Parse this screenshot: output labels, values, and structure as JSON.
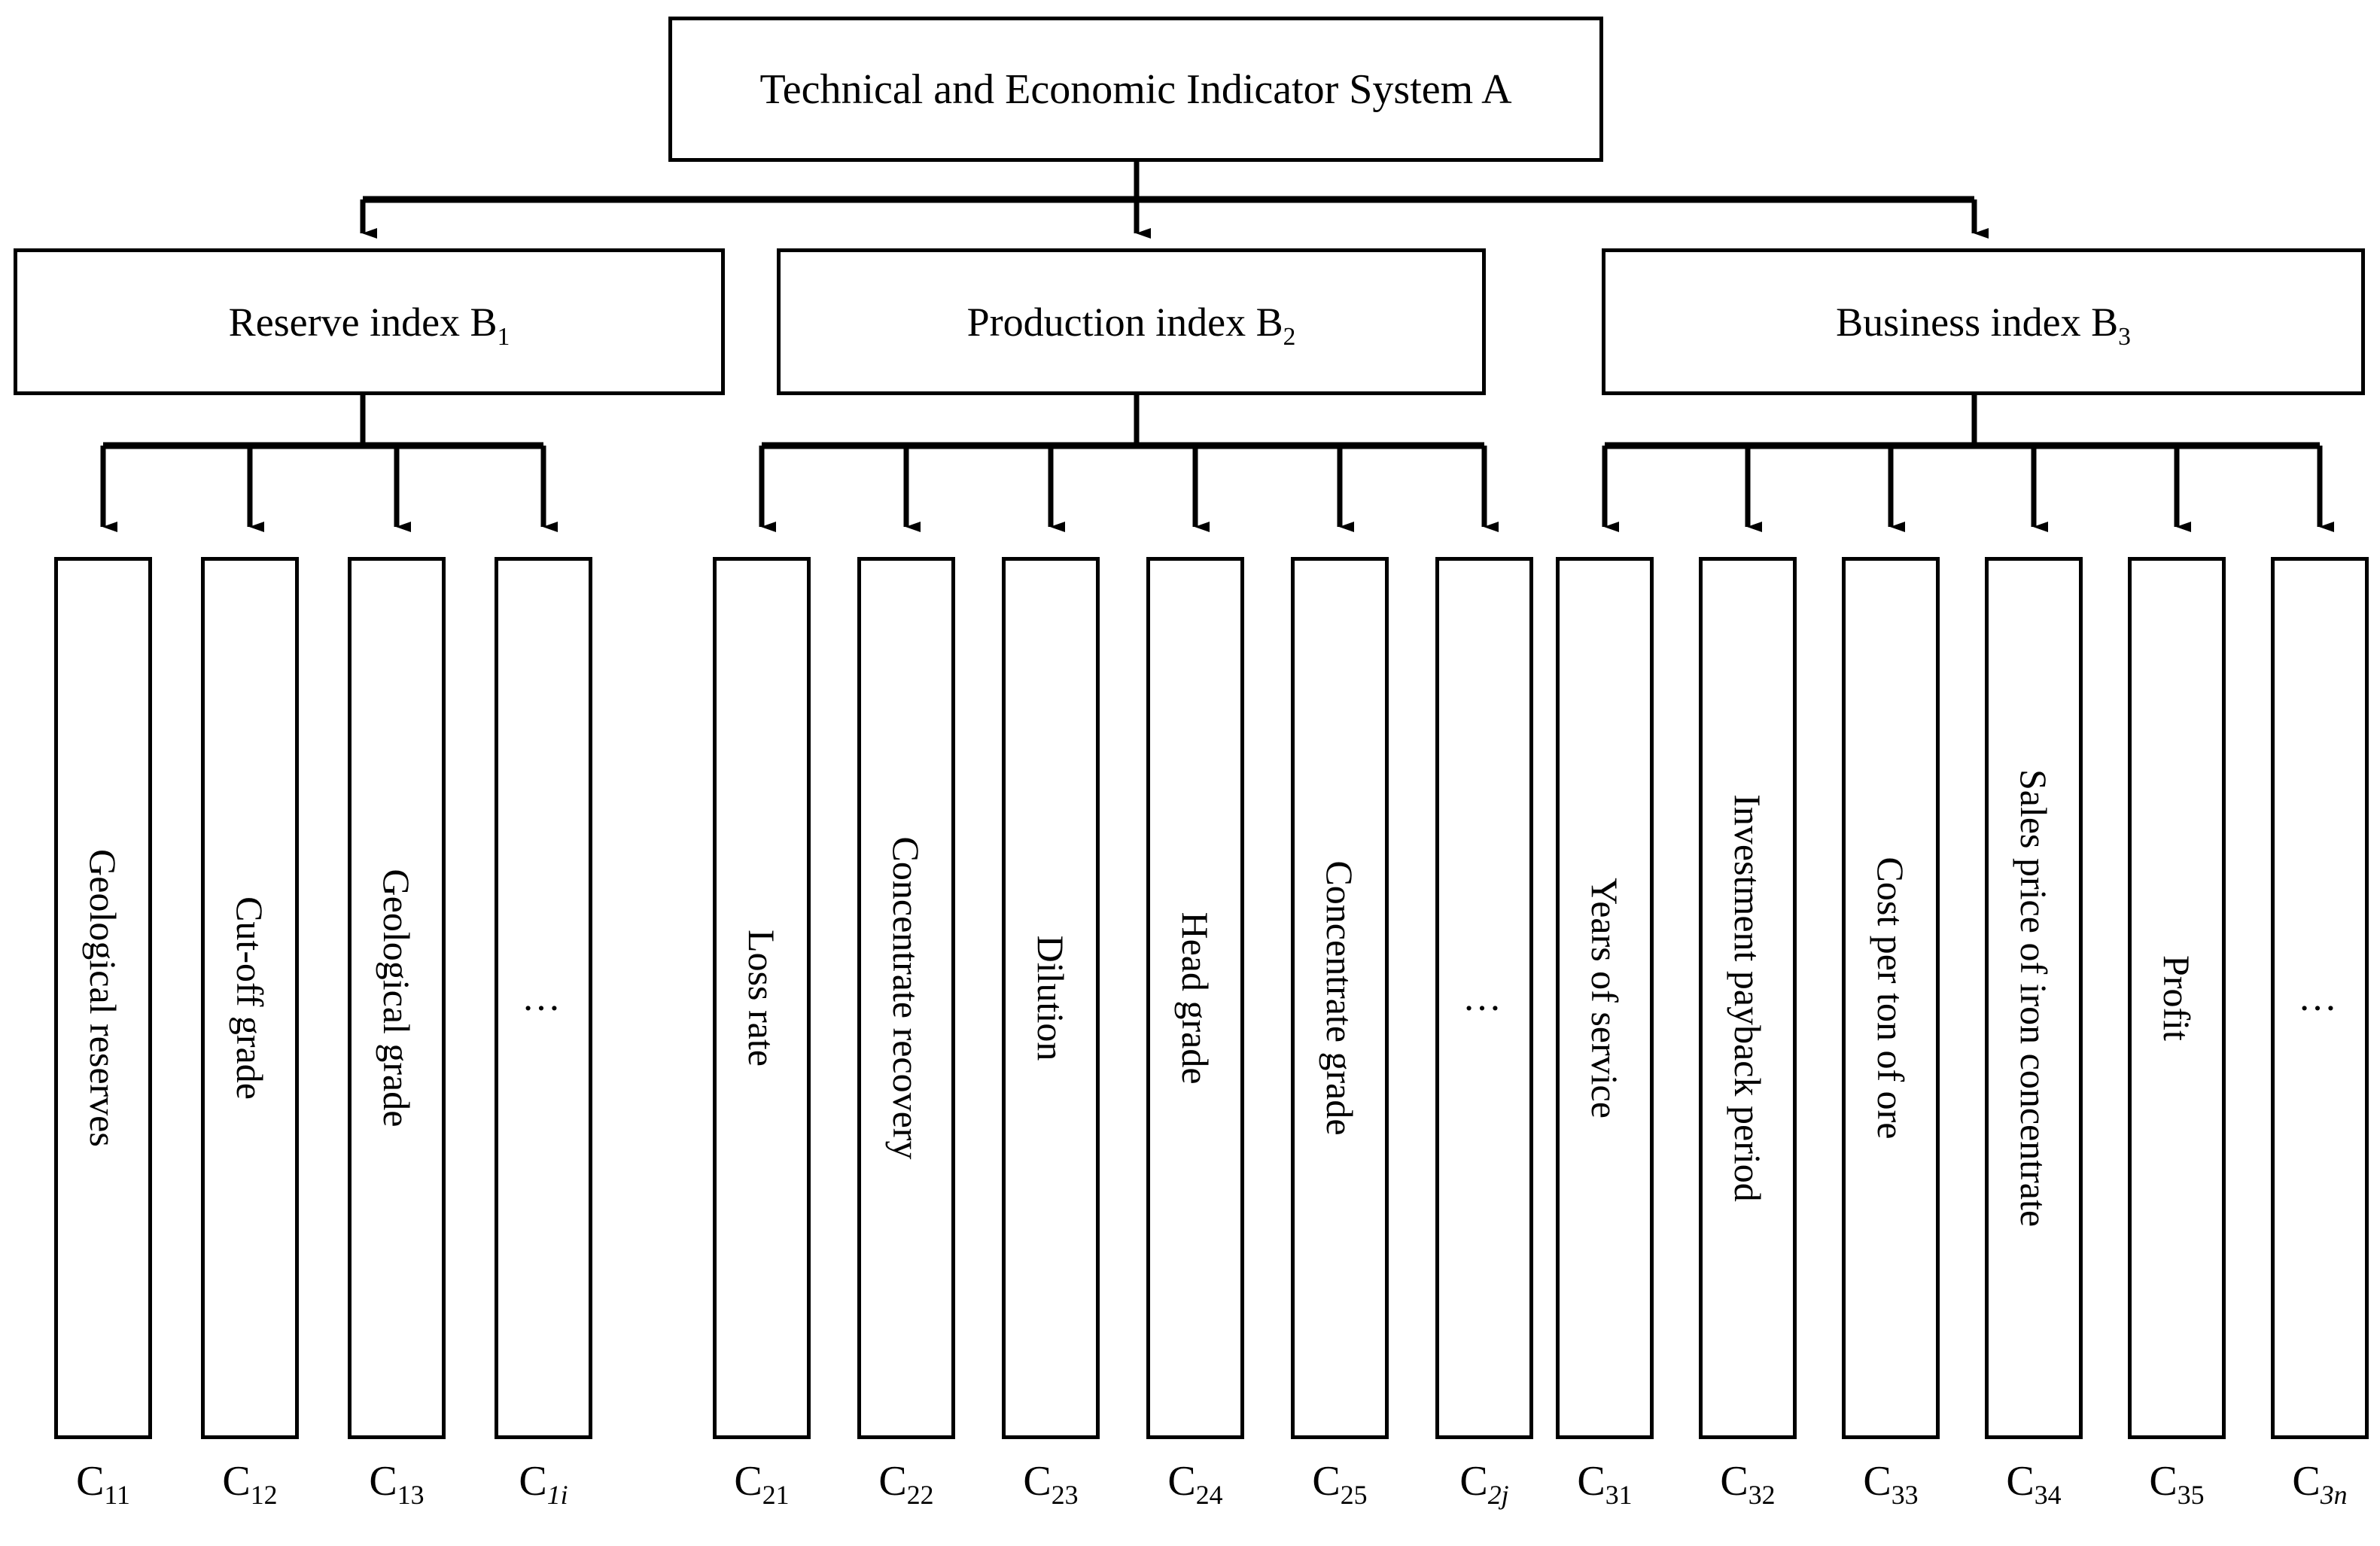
{
  "diagram": {
    "type": "hierarchy-tree",
    "title": "Technical and Economic Indicator System A",
    "orientation": "top-down",
    "levels": 3,
    "colors": {
      "line": "#000000",
      "box_fill": "#ffffff",
      "text": "#000000",
      "background": "#ffffff"
    },
    "root": {
      "label": "Technical and Economic Indicator System A"
    },
    "groups": [
      {
        "id": "B1",
        "label_text": "Reserve index B",
        "label_sub": "1",
        "leaves": [
          {
            "text": "Geological reserves",
            "code_base": "C",
            "code_sub": "11",
            "italic_sub": false
          },
          {
            "text": "Cut-off grade",
            "code_base": "C",
            "code_sub": "12",
            "italic_sub": false
          },
          {
            "text": "Geological grade",
            "code_base": "C",
            "code_sub": "13",
            "italic_sub": false
          },
          {
            "text": "…",
            "code_base": "C",
            "code_sub": "1i",
            "italic_sub": true,
            "is_ellipsis": true
          }
        ]
      },
      {
        "id": "B2",
        "label_text": "Production index B",
        "label_sub": "2",
        "leaves": [
          {
            "text": "Loss rate",
            "code_base": "C",
            "code_sub": "21",
            "italic_sub": false
          },
          {
            "text": "Concentrate recovery",
            "code_base": "C",
            "code_sub": "22",
            "italic_sub": false
          },
          {
            "text": "Dilution",
            "code_base": "C",
            "code_sub": "23",
            "italic_sub": false
          },
          {
            "text": "Head grade",
            "code_base": "C",
            "code_sub": "24",
            "italic_sub": false
          },
          {
            "text": "Concentrate grade",
            "code_base": "C",
            "code_sub": "25",
            "italic_sub": false
          },
          {
            "text": "…",
            "code_base": "C",
            "code_sub": "2j",
            "italic_sub": true,
            "is_ellipsis": true
          }
        ]
      },
      {
        "id": "B3",
        "label_text": "Business index B",
        "label_sub": "3",
        "leaves": [
          {
            "text": "Years of service",
            "code_base": "C",
            "code_sub": "31",
            "italic_sub": false
          },
          {
            "text": "Investment payback period",
            "code_base": "C",
            "code_sub": "32",
            "italic_sub": false
          },
          {
            "text": "Cost per ton of ore",
            "code_base": "C",
            "code_sub": "33",
            "italic_sub": false
          },
          {
            "text": "Sales price of iron concentrate",
            "code_base": "C",
            "code_sub": "34",
            "italic_sub": false
          },
          {
            "text": "Profit",
            "code_base": "C",
            "code_sub": "35",
            "italic_sub": false
          },
          {
            "text": "…",
            "code_base": "C",
            "code_sub": "3n",
            "italic_sub": true,
            "is_ellipsis": true
          }
        ]
      }
    ]
  }
}
